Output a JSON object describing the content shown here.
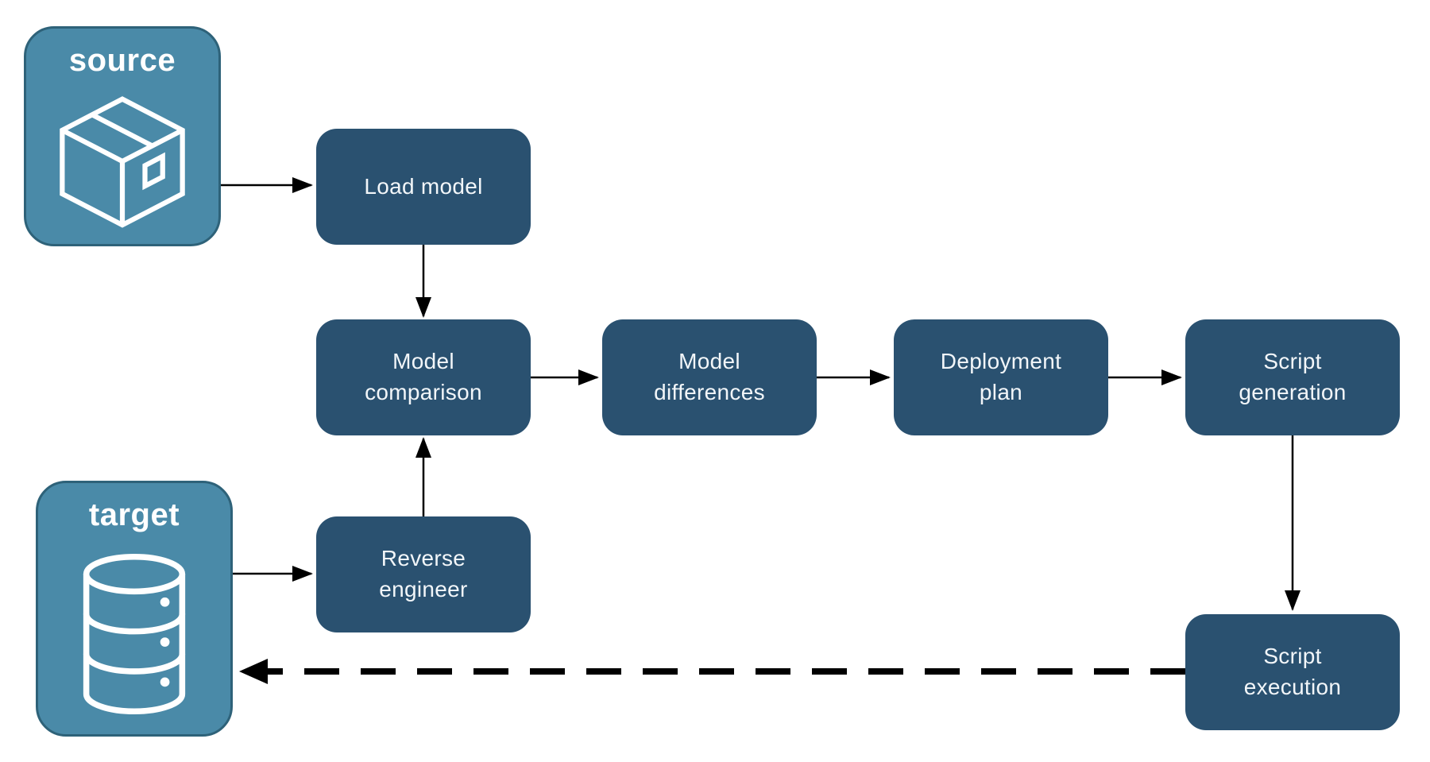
{
  "colors": {
    "node_fill": "#2A5170",
    "entity_fill": "#4A8AA8",
    "entity_border": "#2E6279",
    "node_text": "#F2F6F9",
    "arrow": "#000000",
    "background": "#FFFFFF"
  },
  "entities": {
    "source": {
      "label": "source",
      "icon": "package-icon"
    },
    "target": {
      "label": "target",
      "icon": "database-icon"
    }
  },
  "nodes": {
    "load_model": {
      "label": "Load model"
    },
    "model_comparison": {
      "label": "Model\ncomparison"
    },
    "model_differences": {
      "label": "Model\ndifferences"
    },
    "deployment_plan": {
      "label": "Deployment\nplan"
    },
    "script_generation": {
      "label": "Script\ngeneration"
    },
    "reverse_engineer": {
      "label": "Reverse\nengineer"
    },
    "script_execution": {
      "label": "Script\nexecution"
    }
  },
  "edges": [
    {
      "from": "source",
      "to": "load_model",
      "style": "solid"
    },
    {
      "from": "load_model",
      "to": "model_comparison",
      "style": "solid"
    },
    {
      "from": "target",
      "to": "reverse_engineer",
      "style": "solid"
    },
    {
      "from": "reverse_engineer",
      "to": "model_comparison",
      "style": "solid"
    },
    {
      "from": "model_comparison",
      "to": "model_differences",
      "style": "solid"
    },
    {
      "from": "model_differences",
      "to": "deployment_plan",
      "style": "solid"
    },
    {
      "from": "deployment_plan",
      "to": "script_generation",
      "style": "solid"
    },
    {
      "from": "script_generation",
      "to": "script_execution",
      "style": "solid"
    },
    {
      "from": "script_execution",
      "to": "target",
      "style": "dashed"
    }
  ]
}
